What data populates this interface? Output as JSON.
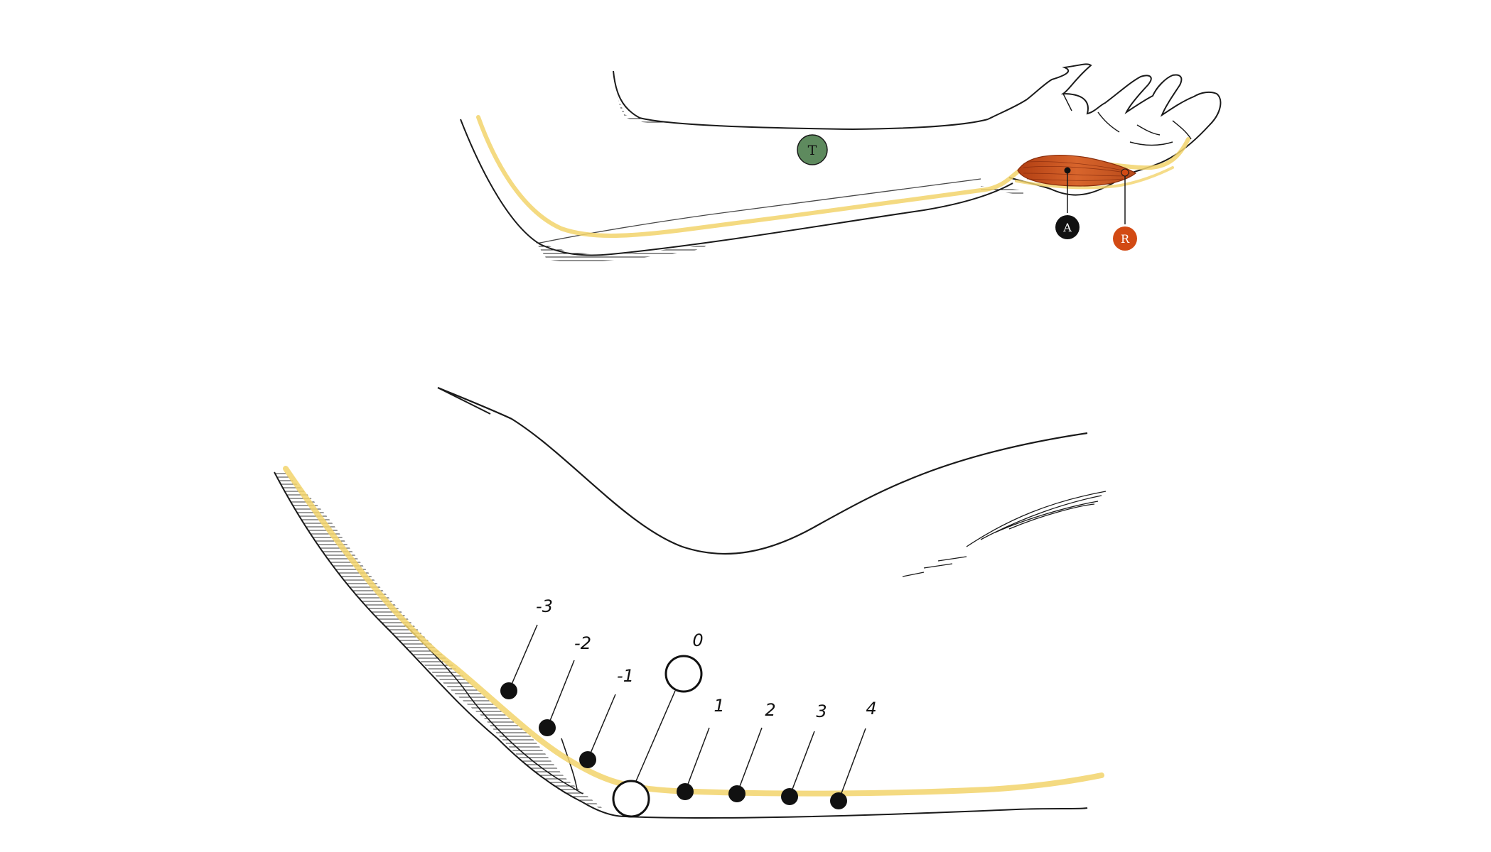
{
  "upper_panel": {
    "markers": [
      {
        "key": "tendon",
        "letter": "T",
        "color": "#5e8a5e"
      },
      {
        "key": "muscle",
        "letter": "A",
        "color": "#111111"
      },
      {
        "key": "reference",
        "letter": "R",
        "color": "#d24a14"
      }
    ]
  },
  "lower_panel": {
    "stimulation_sites": [
      "-3",
      "-2",
      "-1",
      "0",
      "1",
      "2",
      "3",
      "4"
    ]
  },
  "colors": {
    "nerve": "#f2d36b",
    "muscle": "#c8501e",
    "ink": "#1a1a1a",
    "background": "#ffffff"
  }
}
